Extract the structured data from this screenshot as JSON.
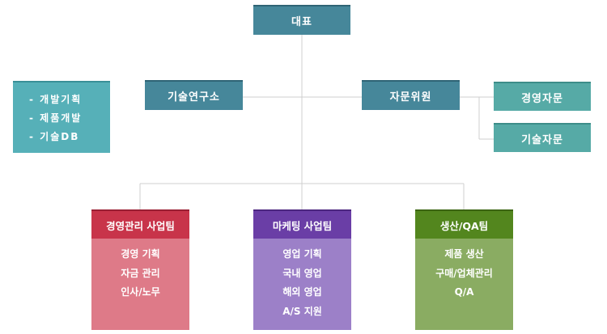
{
  "ceo": "대표",
  "research_lab": {
    "label": "기술연구소",
    "duties": [
      "- 개발기획",
      "- 제품개발",
      "- 기술DB"
    ]
  },
  "advisory": {
    "label": "자문위원",
    "members": [
      "경영자문",
      "기술자문"
    ]
  },
  "teams": [
    {
      "name": "경영관리 사업팀",
      "duties": [
        "경영 기획",
        "자금 관리",
        "인사/노무"
      ]
    },
    {
      "name": "마케팅 사업팀",
      "duties": [
        "영업 기획",
        "국내 영업",
        "해외 영업",
        "A/S 지원"
      ]
    },
    {
      "name": "생산/QA팀",
      "duties": [
        "제품 생산",
        "구매/업체관리",
        "Q/A"
      ]
    }
  ],
  "colors": {
    "head_teal": "#46879a",
    "advisory_member": "#56aaa6",
    "team_red": "#c8344a",
    "team_purple": "#6a3ea6",
    "team_green": "#53861e"
  }
}
